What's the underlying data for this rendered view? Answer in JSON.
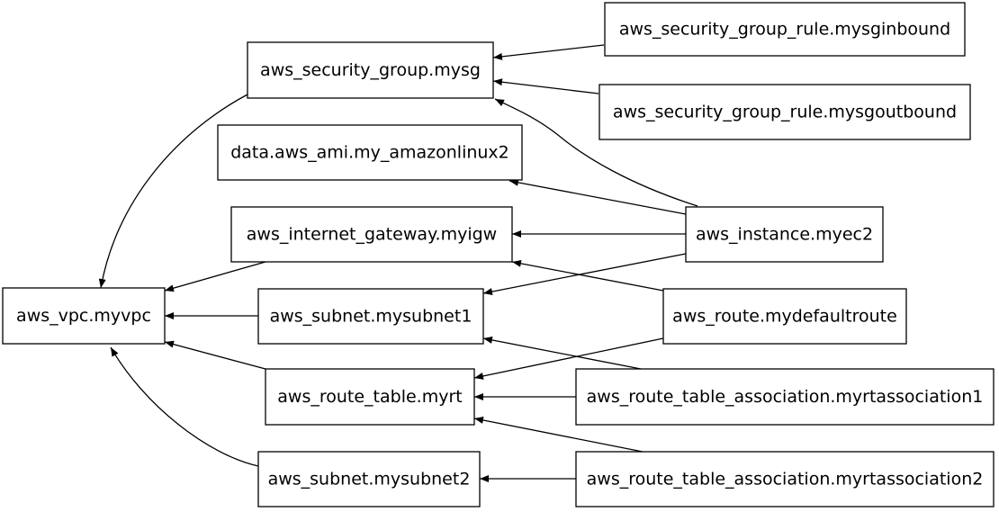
{
  "nodes": [
    {
      "id": "sg",
      "label": "aws_security_group.mysg"
    },
    {
      "id": "sgin",
      "label": "aws_security_group_rule.mysginbound"
    },
    {
      "id": "sgout",
      "label": "aws_security_group_rule.mysgoutbound"
    },
    {
      "id": "ami",
      "label": "data.aws_ami.my_amazonlinux2"
    },
    {
      "id": "igw",
      "label": "aws_internet_gateway.myigw"
    },
    {
      "id": "ec2",
      "label": "aws_instance.myec2"
    },
    {
      "id": "vpc",
      "label": "aws_vpc.myvpc"
    },
    {
      "id": "sub1",
      "label": "aws_subnet.mysubnet1"
    },
    {
      "id": "route",
      "label": "aws_route.mydefaultroute"
    },
    {
      "id": "rt",
      "label": "aws_route_table.myrt"
    },
    {
      "id": "rta1",
      "label": "aws_route_table_association.myrtassociation1"
    },
    {
      "id": "sub2",
      "label": "aws_subnet.mysubnet2"
    },
    {
      "id": "rta2",
      "label": "aws_route_table_association.myrtassociation2"
    }
  ],
  "edges": [
    {
      "from": "sgin",
      "to": "sg"
    },
    {
      "from": "sgout",
      "to": "sg"
    },
    {
      "from": "ec2",
      "to": "sg"
    },
    {
      "from": "sg",
      "to": "vpc"
    },
    {
      "from": "ec2",
      "to": "ami"
    },
    {
      "from": "ec2",
      "to": "igw"
    },
    {
      "from": "ec2",
      "to": "sub1"
    },
    {
      "from": "igw",
      "to": "vpc"
    },
    {
      "from": "sub1",
      "to": "vpc"
    },
    {
      "from": "route",
      "to": "igw"
    },
    {
      "from": "route",
      "to": "rt"
    },
    {
      "from": "rt",
      "to": "vpc"
    },
    {
      "from": "rta1",
      "to": "sub1"
    },
    {
      "from": "rta1",
      "to": "rt"
    },
    {
      "from": "rta2",
      "to": "rt"
    },
    {
      "from": "rta2",
      "to": "sub2"
    },
    {
      "from": "sub2",
      "to": "vpc"
    }
  ]
}
